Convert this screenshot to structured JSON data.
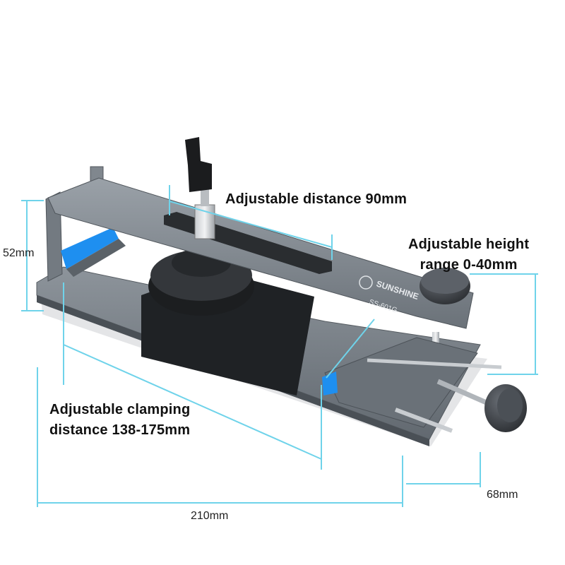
{
  "labels": {
    "adjustable_distance": "Adjustable distance 90mm",
    "adjustable_height_line1": "Adjustable height",
    "adjustable_height_line2": "range 0-40mm",
    "clamping_line1": "Adjustable clamping",
    "clamping_line2": "distance 138-175mm",
    "height_dim": "52mm",
    "length_dim": "210mm",
    "width_dim": "68mm"
  },
  "product_markings": {
    "brand": "SUNSHINE",
    "model": "SS-601G"
  },
  "colors": {
    "dimension_line": "#6fd3ea",
    "metal": "#7d848b",
    "accent_blue": "#1e8ff0",
    "knob": "#3a3d42"
  }
}
